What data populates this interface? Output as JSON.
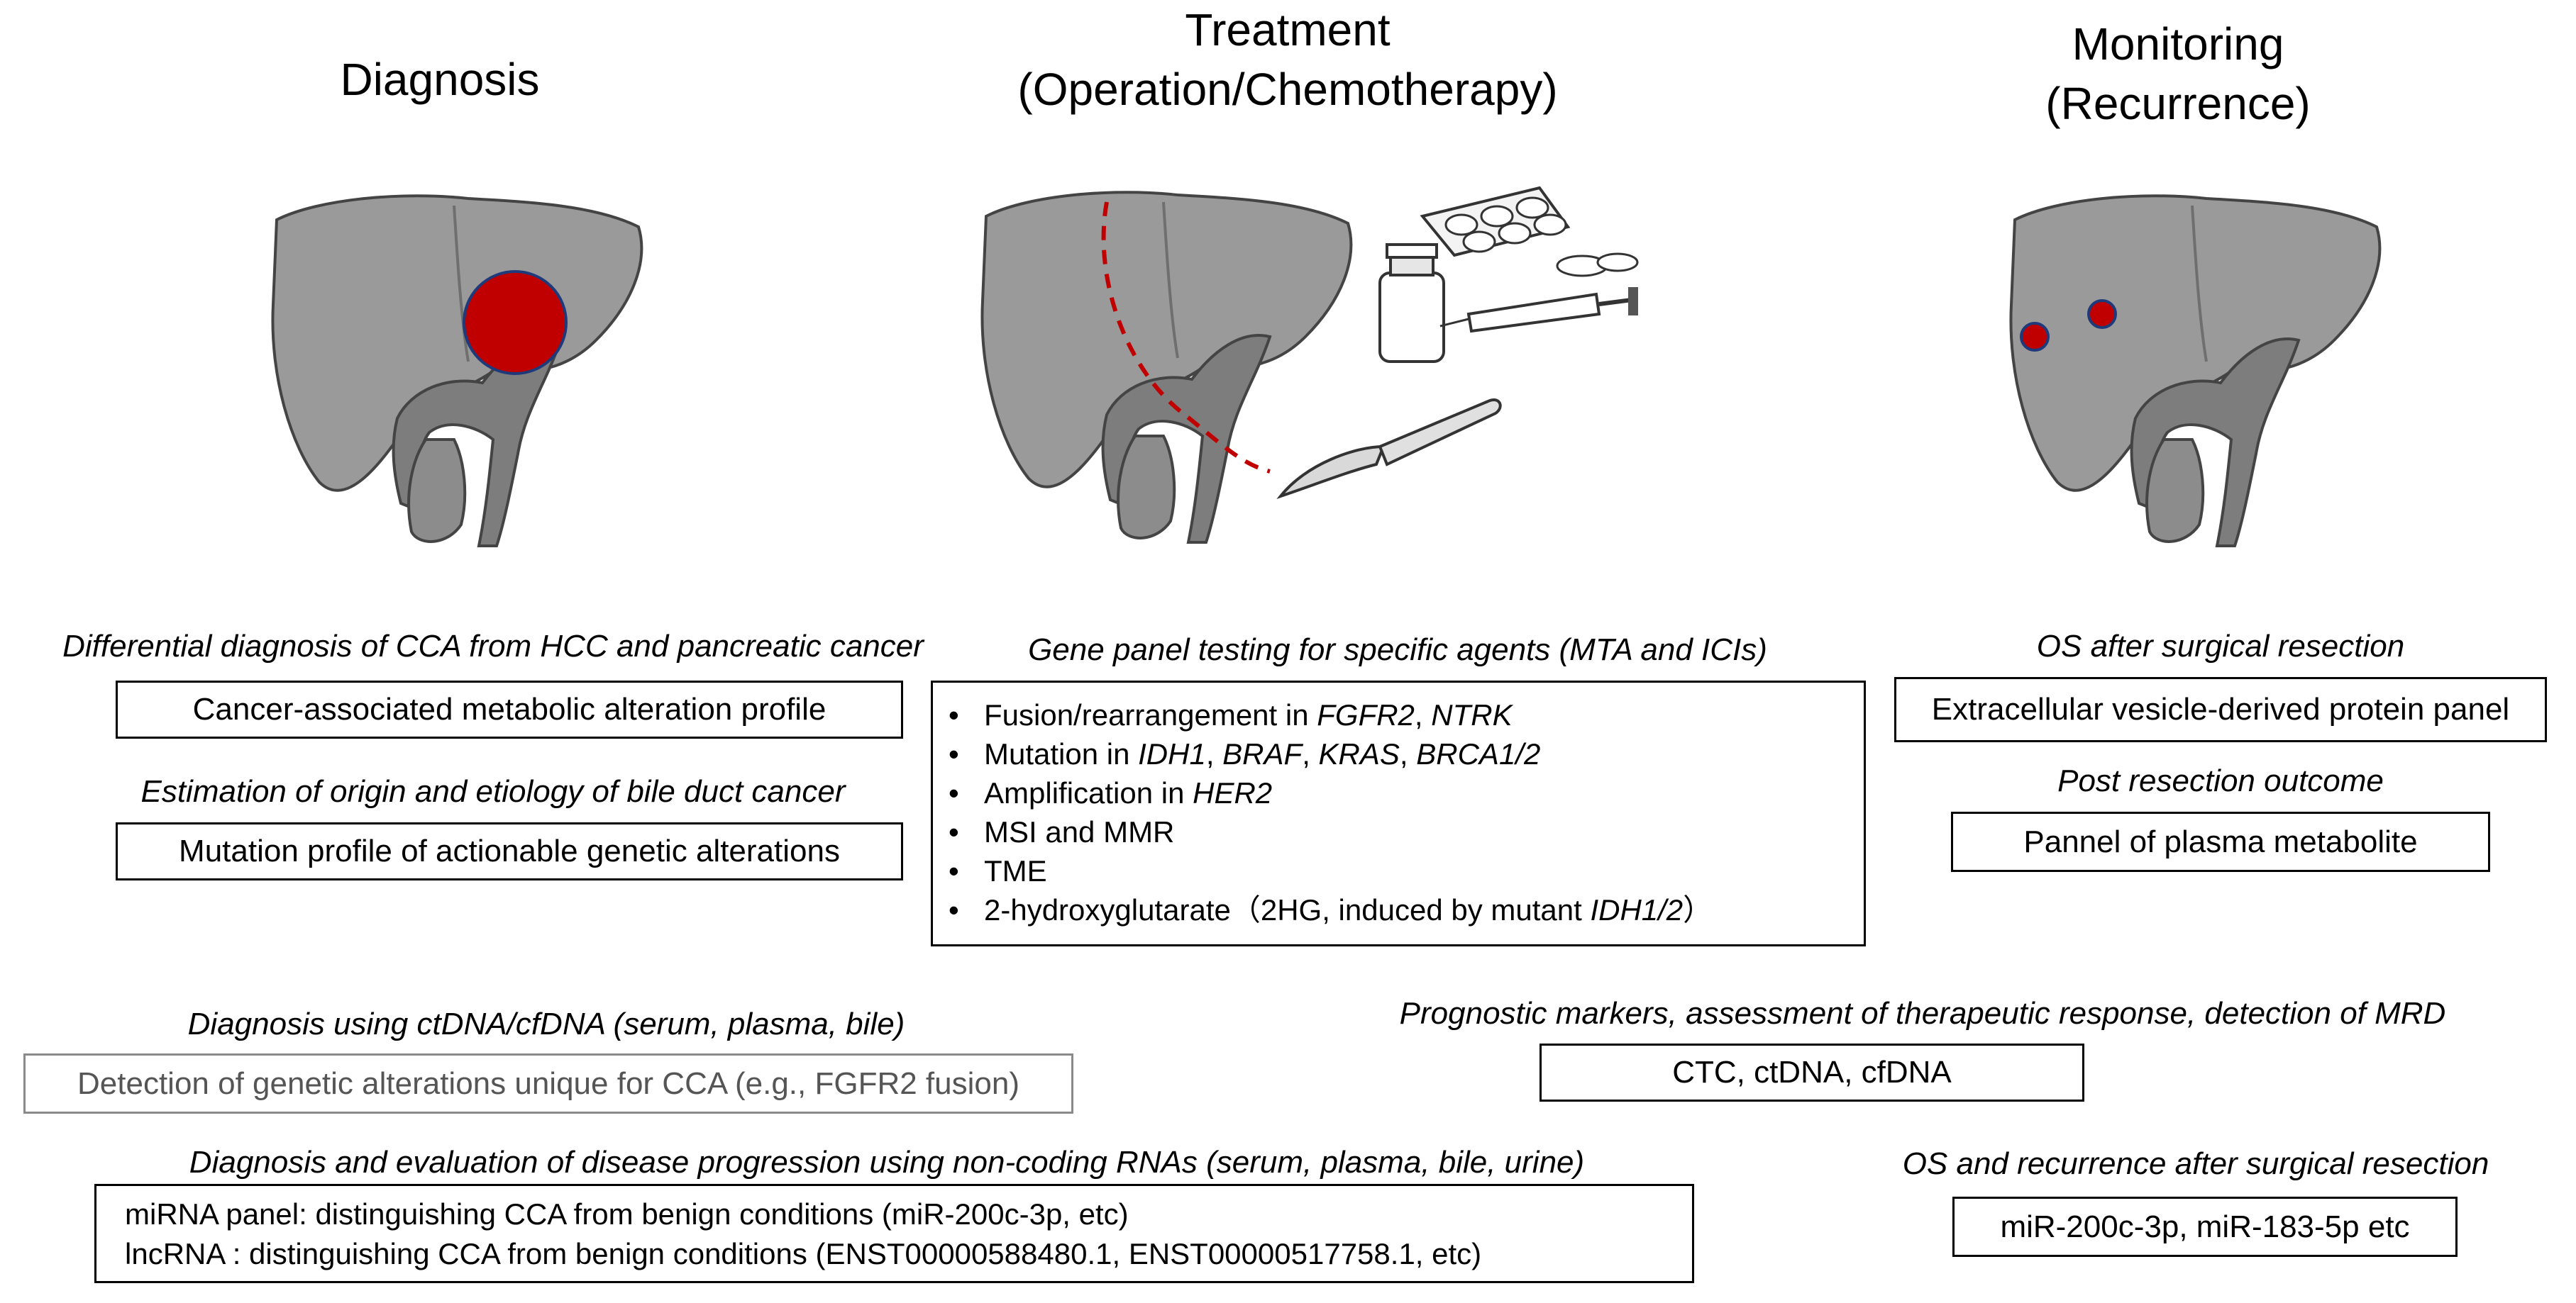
{
  "stages": {
    "diagnosis": {
      "title": "Diagnosis"
    },
    "treatment": {
      "title_line1": "Treatment",
      "title_line2": "(Operation/Chemotherapy)"
    },
    "monitoring": {
      "title_line1": "Monitoring",
      "title_line2": "(Recurrence)"
    }
  },
  "diagnosis_panel": {
    "caption1": "Differential diagnosis of CCA from HCC and pancreatic cancer",
    "box1": "Cancer-associated metabolic alteration profile",
    "caption2": "Estimation of origin and etiology of bile duct cancer",
    "box2": "Mutation profile of actionable genetic alterations"
  },
  "treatment_panel": {
    "caption": "Gene panel testing for specific agents (MTA and ICIs)",
    "items": [
      {
        "pre": "Fusion/rearrangement in ",
        "gene1": "FGFR2",
        "mid": ", ",
        "gene2": "NTRK",
        "post": ""
      },
      {
        "pre": "Mutation in ",
        "genes": [
          "IDH1",
          "BRAF",
          "KRAS",
          "BRCA1/2"
        ]
      },
      {
        "pre": "Amplification in ",
        "gene1": "HER2"
      },
      {
        "text": "MSI and MMR"
      },
      {
        "text": "TME"
      },
      {
        "pre": "2-hydroxyglutarate（2HG, induced by mutant ",
        "gene1": "IDH1/2",
        "post": "）"
      }
    ]
  },
  "monitoring_panel": {
    "caption1": "OS after surgical resection",
    "box1": "Extracellular vesicle-derived protein panel",
    "caption2": "Post resection outcome",
    "box2": "Pannel of plasma metabolite"
  },
  "liquid_biopsy": {
    "caption": "Diagnosis using ctDNA/cfDNA (serum, plasma, bile)",
    "box": "Detection of genetic alterations unique for CCA (e.g., FGFR2 fusion)"
  },
  "noncoding": {
    "caption": "Diagnosis and evaluation of disease progression using non-coding RNAs (serum, plasma, bile, urine)",
    "line1": "miRNA panel: distinguishing CCA from benign conditions (miR-200c-3p, etc)",
    "line2": "lncRNA : distinguishing CCA from benign conditions (ENST00000588480.1, ENST00000517758.1, etc)"
  },
  "prognostic": {
    "caption": "Prognostic markers, assessment of therapeutic response, detection of MRD",
    "box": "CTC, ctDNA, cfDNA"
  },
  "recurrence": {
    "caption": "OS and recurrence after surgical resection",
    "box": "miR-200c-3p, miR-183-5p etc"
  },
  "colors": {
    "tumor": "#c00000",
    "liver": "#9a9a9a",
    "liver_dark": "#7d7d7d",
    "outline": "#444444"
  }
}
